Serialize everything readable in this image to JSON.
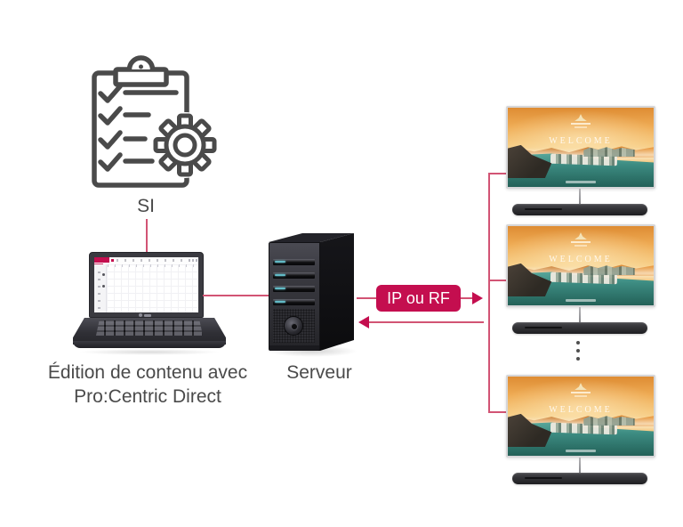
{
  "colors": {
    "accent": "#C40E4F",
    "line_pink": "#D25474",
    "icon_stroke": "#4A4A4A",
    "text": "#4A4A4A",
    "drive_bay_teal": "#62BAC6"
  },
  "si": {
    "label": "SI",
    "icon": "clipboard-checklist-gear-icon"
  },
  "editor": {
    "caption_line1": "Édition de contenu avec",
    "caption_line2": "Pro:Centric Direct",
    "device": "laptop-icon"
  },
  "server": {
    "label": "Serveur",
    "device": "server-tower-icon"
  },
  "link": {
    "label": "IP ou RF",
    "forward_icon": "arrow-right-icon",
    "return_icon": "arrow-left-icon"
  },
  "tvs": {
    "count_visible": 3,
    "welcome_text": "WELCOME",
    "more_indicator": "vertical-ellipsis",
    "device": "hotel-tv-display"
  }
}
